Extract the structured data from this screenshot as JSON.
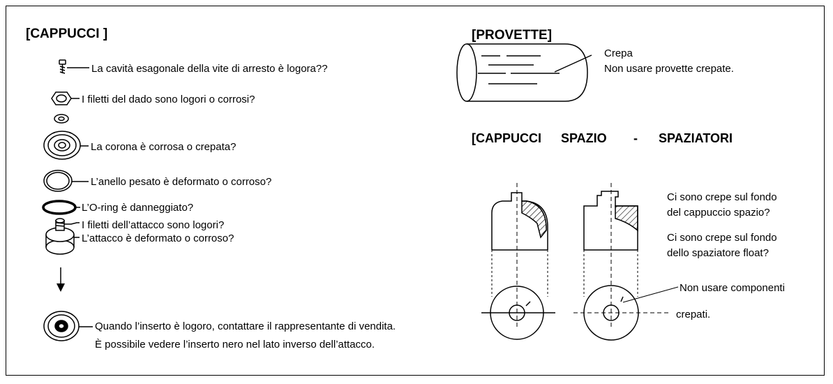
{
  "caps": {
    "heading": "[CAPPUCCI ]",
    "items": [
      "La cavità esagonale della vite di arresto è logora??",
      "I filetti del dado sono logori o corrosi?",
      "La corona è corrosa o crepata?",
      "L’anello pesato è deformato o corroso?",
      "L’O-ring è danneggiato?",
      "I filetti dell’attacco sono logori?",
      "L’attacco è deformato o corroso?"
    ],
    "insert_line1": "Quando l’inserto è logoro, contattare il rappresentante di vendita.",
    "insert_line2": "È possibile vedere l’inserto nero nel lato inverso dell’attacco."
  },
  "tubes": {
    "heading": "[PROVETTE]",
    "crack_label": "Crepa",
    "note": "Non usare provette crepate."
  },
  "spacers": {
    "heading_parts": [
      "[CAPPUCCI",
      "SPAZIO",
      "-",
      "SPAZIATORI"
    ],
    "q1_line1": "Ci sono crepe sul fondo",
    "q1_line2": "del cappuccio spazio?",
    "q2_line1": "Ci sono crepe sul fondo",
    "q2_line2": "dello spaziatore float?",
    "warn_line1": "Non usare componenti",
    "warn_line2": "crepati."
  }
}
